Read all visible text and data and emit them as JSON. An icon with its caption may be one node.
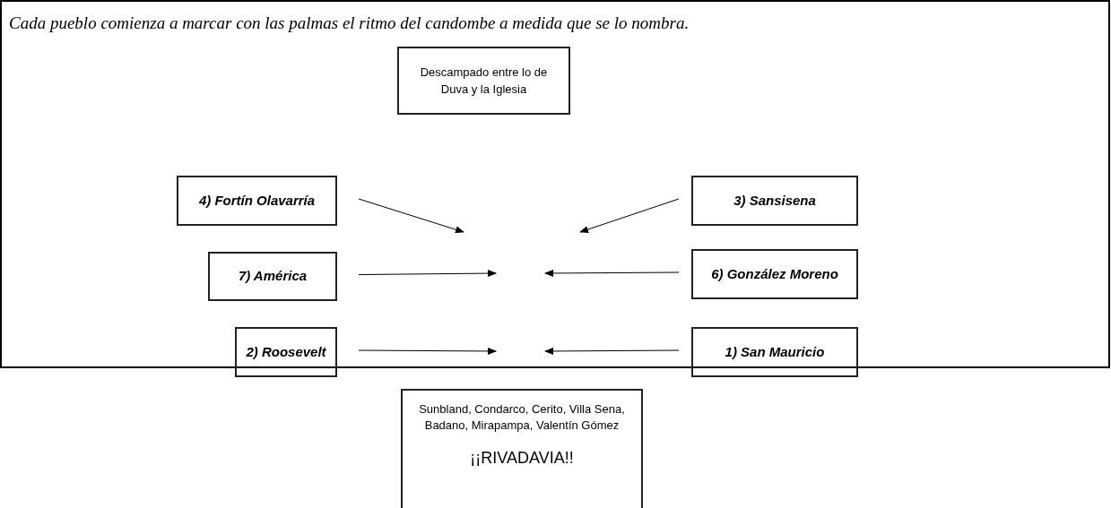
{
  "diagram": {
    "nodes": [
      {
        "text": [
          "Descampado entre lo de Duva y la Iglesia"
        ]
      },
      {
        "text": [
          "4) Fortín Olavarría"
        ]
      },
      {
        "text": [
          "3) Sansisena"
        ]
      },
      {
        "text": [
          "7) América"
        ]
      },
      {
        "text": [
          "6) González Moreno"
        ]
      },
      {
        "text": [
          "2) Roosevelt"
        ]
      },
      {
        "text": [
          "1) San Mauricio"
        ]
      },
      {
        "text": [
          "Sunbland, Condarco, Cerito, Villa Sena, Badano, Mirapampa, Valentín Gómez",
          "¡¡RIVADAVIA!!"
        ]
      }
    ],
    "edges": [
      {
        "from": 1,
        "to": null,
        "arrow": "to"
      },
      {
        "from": 2,
        "to": null,
        "arrow": "to"
      },
      {
        "from": 3,
        "to": null,
        "arrow": "to"
      },
      {
        "from": 4,
        "to": null,
        "arrow": "to"
      },
      {
        "from": 5,
        "to": null,
        "arrow": "to"
      },
      {
        "from": 6,
        "to": null,
        "arrow": "to"
      }
    ],
    "labels": [
      "Cada pueblo comienza a marcar con las palmas el ritmo del candombe a medida que se lo nombra."
    ]
  }
}
